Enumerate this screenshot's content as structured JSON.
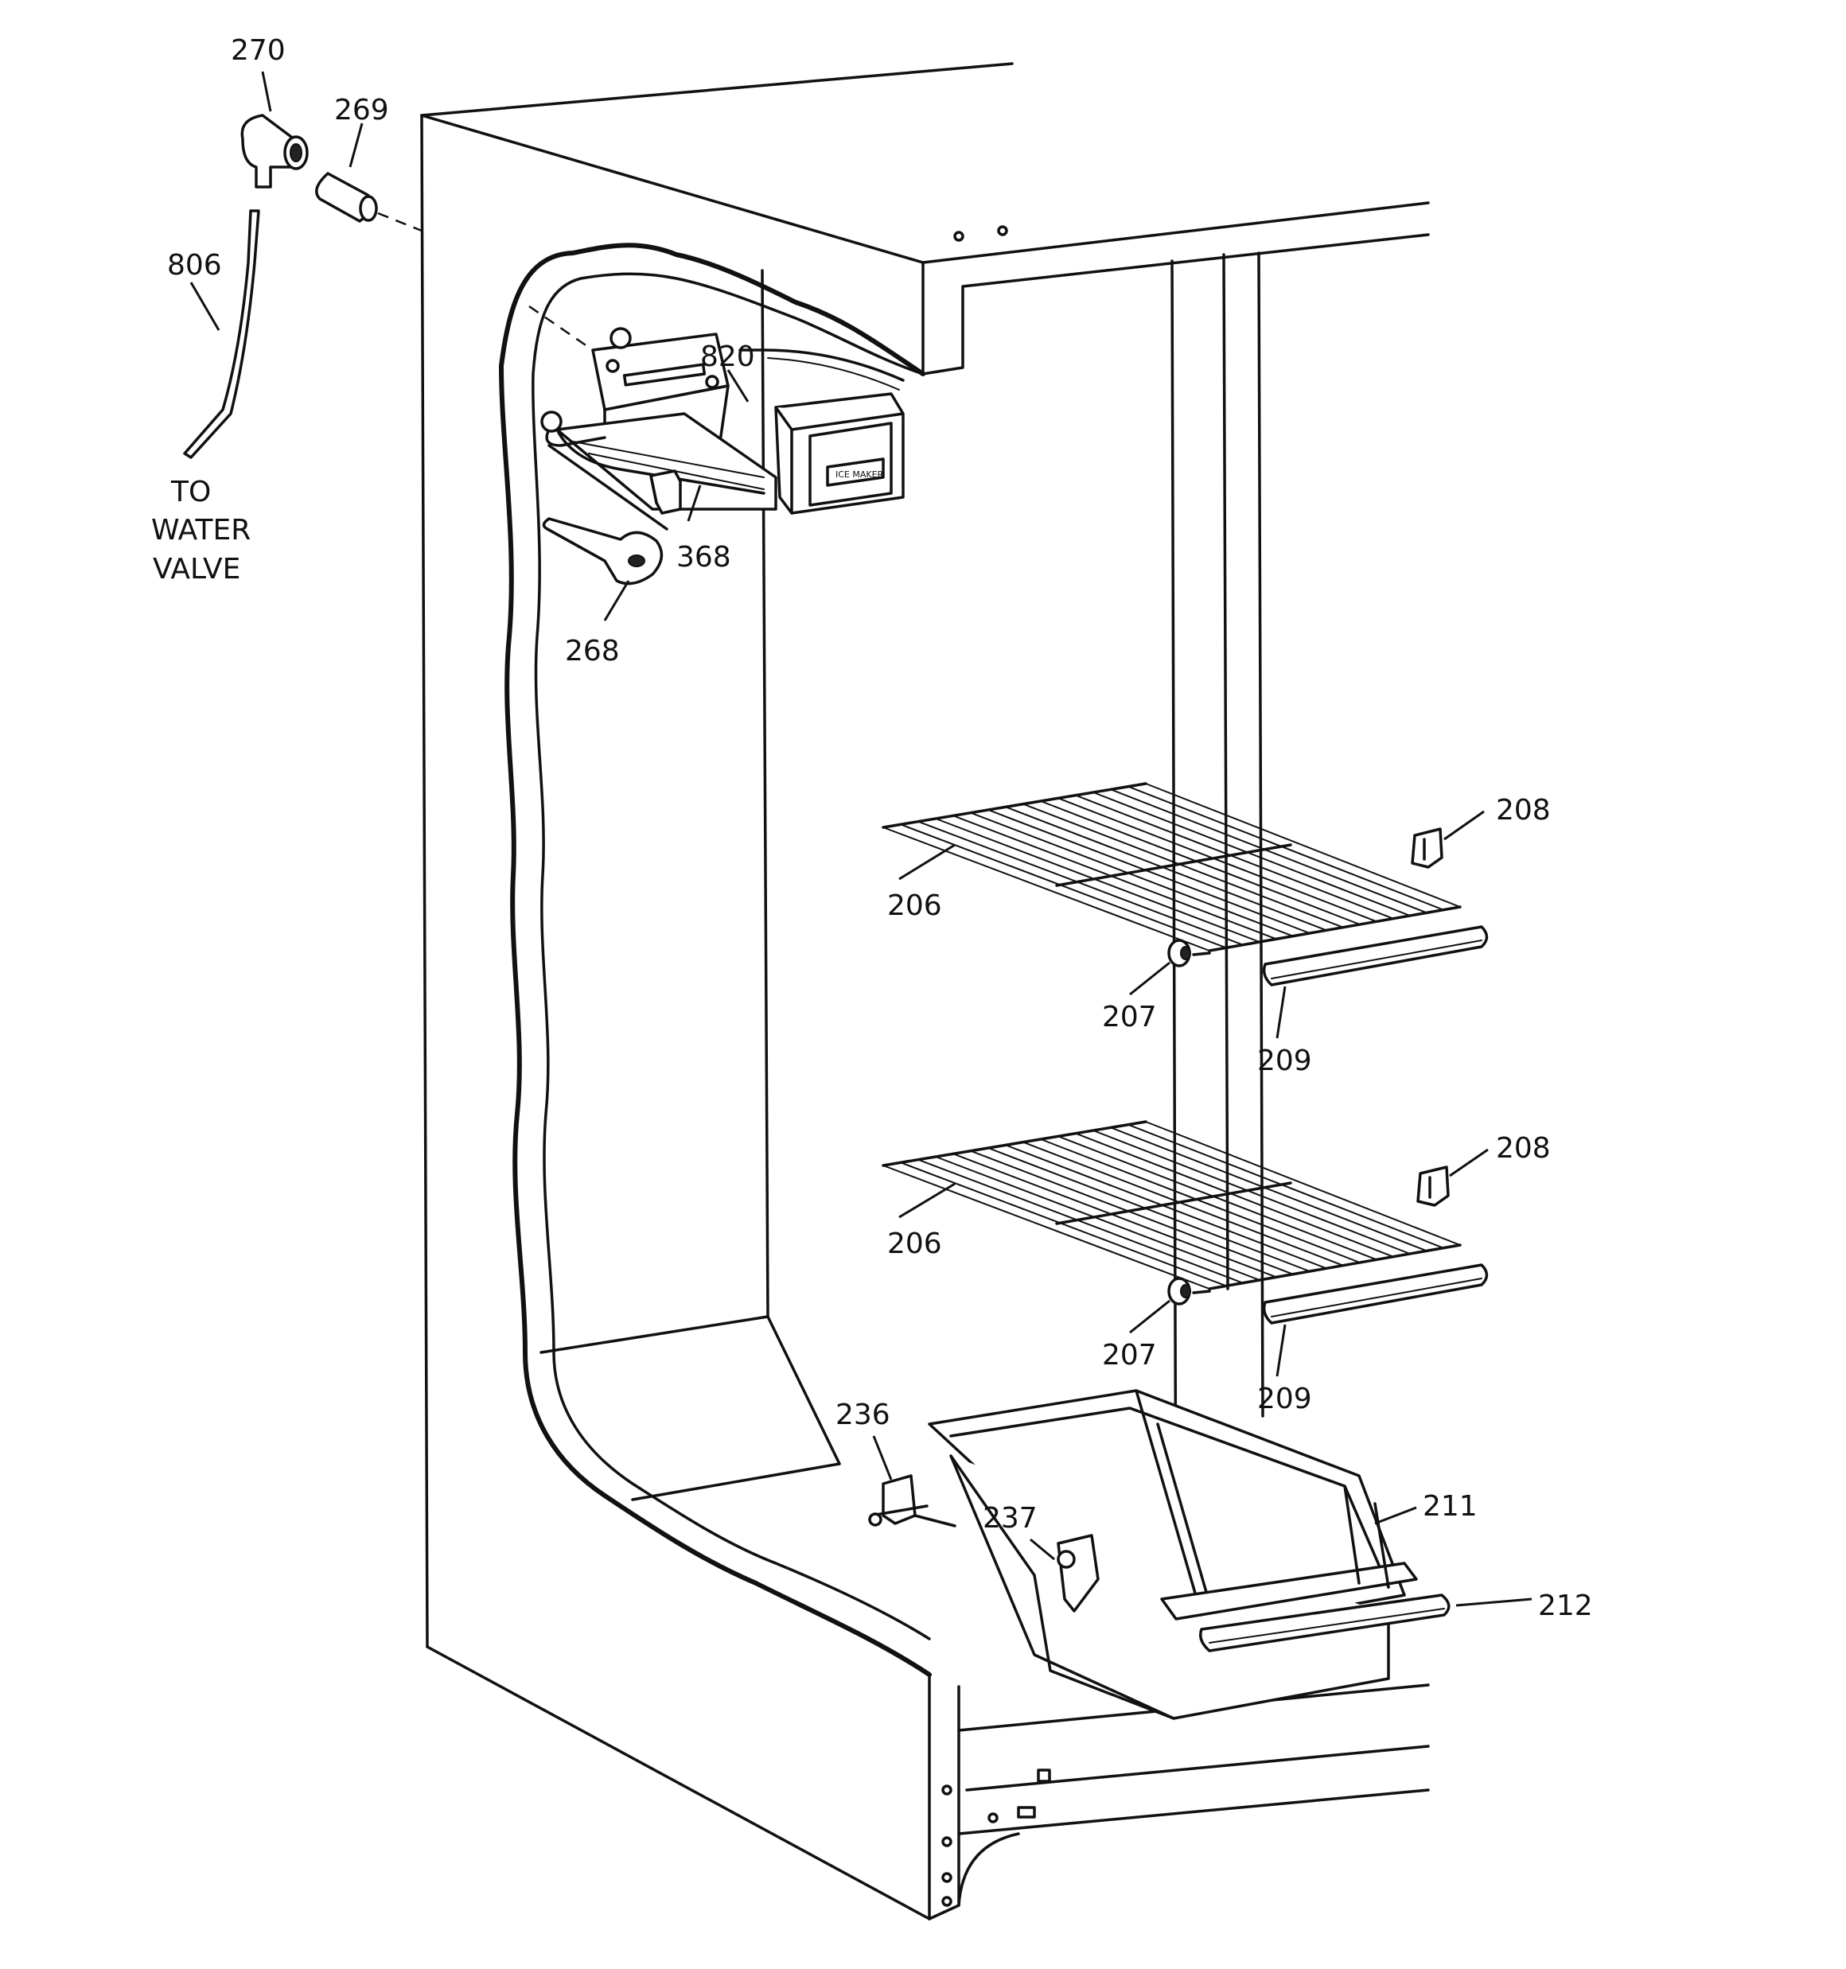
{
  "labels": {
    "p270": "270",
    "p269": "269",
    "p806": "806",
    "to_water_valve": [
      "TO",
      "WATER",
      "VALVE"
    ],
    "p820": "820",
    "p368": "368",
    "p268": "268",
    "p208a": "208",
    "p206a": "206",
    "p207a": "207",
    "p209a": "209",
    "p208b": "208",
    "p206b": "206",
    "p207b": "207",
    "p209b": "209",
    "p236": "236",
    "p237": "237",
    "p211": "211",
    "p212": "212"
  },
  "icemaker_panel_text": "ICE MAKER"
}
